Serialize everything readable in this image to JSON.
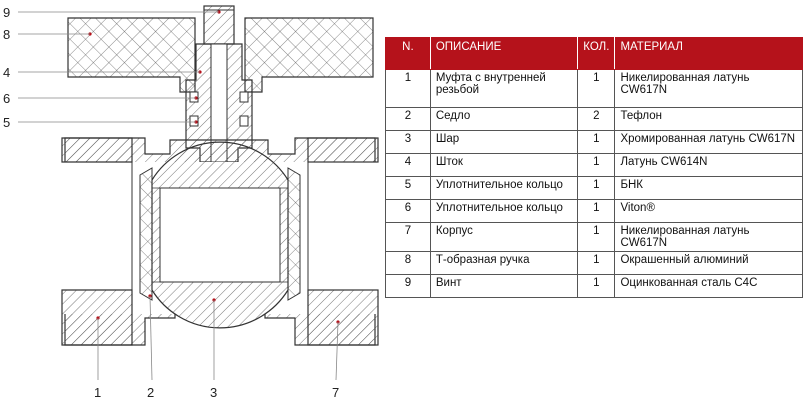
{
  "callouts": {
    "left": [
      "9",
      "8",
      "4",
      "6",
      "5"
    ],
    "bottom": [
      "1",
      "2",
      "3",
      "7"
    ]
  },
  "colors": {
    "accent": "#b5121b",
    "outline": "#333333",
    "hatch": "#555555"
  },
  "table": {
    "headers": [
      "N.",
      "ОПИСАНИЕ",
      "КОЛ.",
      "МАТЕРИАЛ"
    ],
    "rows": [
      {
        "n": "1",
        "desc": "Муфта с внутренней резьбой",
        "qty": "1",
        "mat": "Никелированная латунь CW617N"
      },
      {
        "n": "2",
        "desc": "Седло",
        "qty": "2",
        "mat": "Тефлон"
      },
      {
        "n": "3",
        "desc": "Шар",
        "qty": "1",
        "mat": "Хромированная латунь CW617N"
      },
      {
        "n": "4",
        "desc": "Шток",
        "qty": "1",
        "mat": "Латунь CW614N"
      },
      {
        "n": "5",
        "desc": "Уплотнительное кольцо",
        "qty": "1",
        "mat": "БНК"
      },
      {
        "n": "6",
        "desc": "Уплотнительное кольцо",
        "qty": "1",
        "mat": "Viton®"
      },
      {
        "n": "7",
        "desc": "Корпус",
        "qty": "1",
        "mat": "Никелированная латунь CW617N"
      },
      {
        "n": "8",
        "desc": "Т-образная ручка",
        "qty": "1",
        "mat": "Окрашенный алюминий"
      },
      {
        "n": "9",
        "desc": "Винт",
        "qty": "1",
        "mat": "Оцинкованная сталь С4С"
      }
    ]
  }
}
